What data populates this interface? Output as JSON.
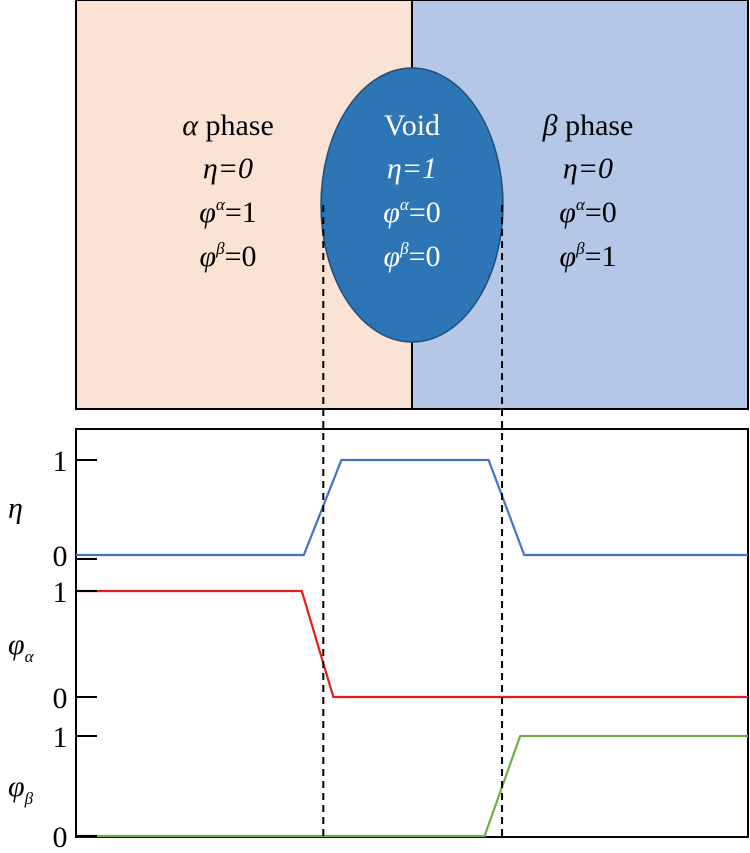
{
  "schematic": {
    "alpha": {
      "title_sym": "α",
      "title": " phase",
      "eta": "η=0",
      "phi_a_sym": "φ",
      "phi_a_sup": "α",
      "phi_a_val": "=1",
      "phi_b_sym": "φ",
      "phi_b_sup": "β",
      "phi_b_val": "=0"
    },
    "void": {
      "title": "Void",
      "eta": "η=1",
      "phi_a_sym": "φ",
      "phi_a_sup": "α",
      "phi_a_val": "=0",
      "phi_b_sym": "φ",
      "phi_b_sup": "β",
      "phi_b_val": "=0"
    },
    "beta": {
      "title_sym": "β",
      "title": " phase",
      "eta": "η=0",
      "phi_a_sym": "φ",
      "phi_a_sup": "α",
      "phi_a_val": "=0",
      "phi_b_sym": "φ",
      "phi_b_sup": "β",
      "phi_b_val": "=1"
    },
    "colors": {
      "alpha": "#fae3d5",
      "beta": "#b4c7e7",
      "void": "#2e75b6"
    }
  },
  "chart_data": {
    "type": "line",
    "xlim": [
      0,
      100
    ],
    "interfaces_x": [
      36.8,
      63.4
    ],
    "series": [
      {
        "name": "η",
        "label_sym": "η",
        "label_sub": "",
        "color": "#4472c4",
        "ticks": [
          "1",
          "0"
        ],
        "points": [
          [
            0,
            0
          ],
          [
            33.9,
            0
          ],
          [
            39.5,
            1
          ],
          [
            61.4,
            1
          ],
          [
            66.7,
            0
          ],
          [
            100,
            0
          ]
        ]
      },
      {
        "name": "φα",
        "label_sym": "φ",
        "label_sub": "α",
        "color": "#e02020",
        "ticks": [
          "1",
          "0"
        ],
        "points": [
          [
            0,
            1
          ],
          [
            33.6,
            1
          ],
          [
            38.3,
            0
          ],
          [
            100,
            0
          ]
        ]
      },
      {
        "name": "φβ",
        "label_sym": "φ",
        "label_sub": "β",
        "color": "#70ad47",
        "ticks": [
          "1",
          "0"
        ],
        "points": [
          [
            0,
            0
          ],
          [
            60.8,
            0
          ],
          [
            66.1,
            1
          ],
          [
            100,
            1
          ]
        ]
      }
    ]
  }
}
